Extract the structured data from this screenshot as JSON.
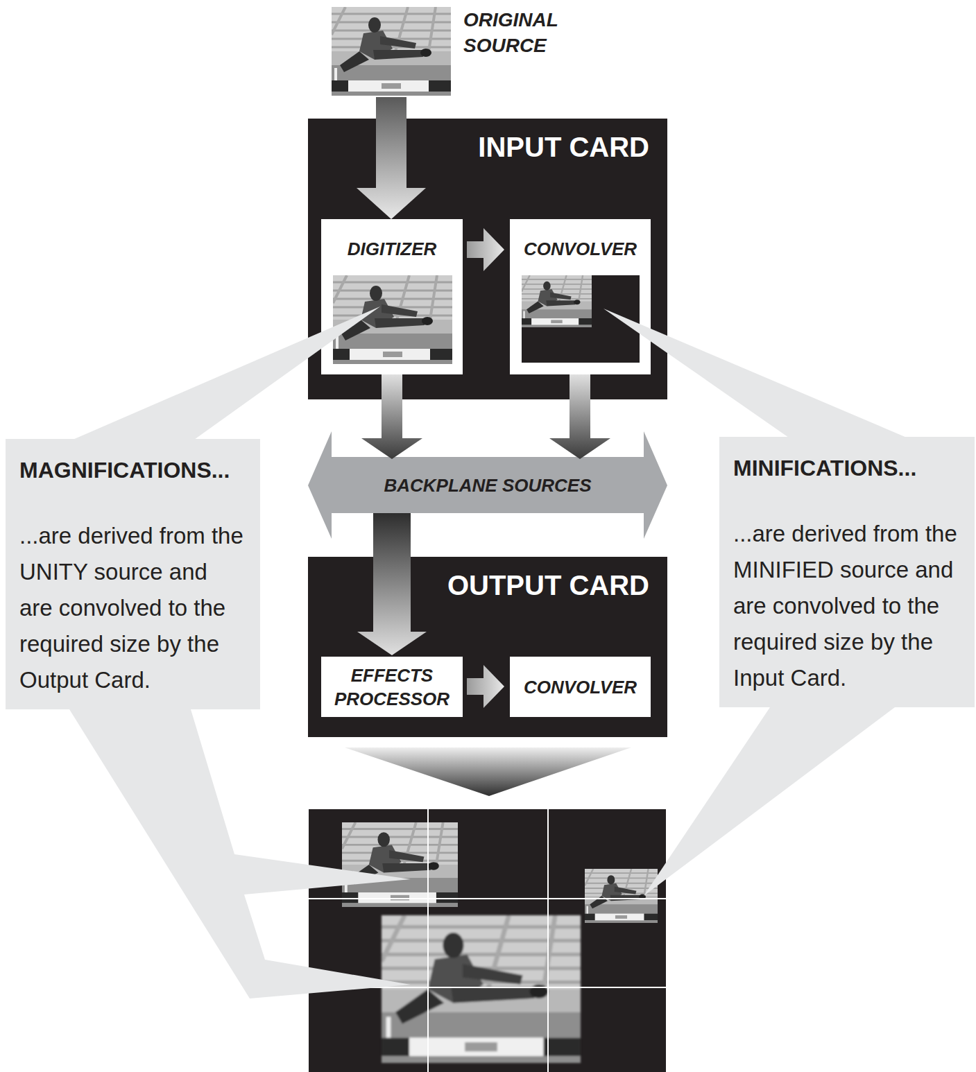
{
  "diagram": {
    "nodes": [
      {
        "text": [
          "ORIGINAL SOURCE"
        ]
      },
      {
        "text": [
          "INPUT CARD"
        ]
      },
      {
        "text": [
          "DIGITIZER"
        ],
        "in": 1
      },
      {
        "text": [
          "CONVOLVER"
        ],
        "in": 1
      },
      {
        "text": [
          "BACKPLANE SOURCES"
        ]
      },
      {
        "text": [
          "OUTPUT CARD"
        ]
      },
      {
        "text": [
          "EFFECTS PROCESSOR"
        ],
        "in": 5
      },
      {
        "text": [
          "CONVOLVER"
        ],
        "in": 5
      },
      {
        "text": [
          "MAGNIFICATIONS...",
          "...are derived from the UNITY source and are convolved to the required size by the Output Card."
        ]
      },
      {
        "text": [
          "MINIFICATIONS...",
          "...are derived from the MINIFIED source and are convolved to the required size by the Input Card."
        ]
      }
    ],
    "edges": [
      {
        "from": 0,
        "to": 2,
        "arrow": "to"
      },
      {
        "from": 2,
        "to": 3,
        "arrow": "to"
      },
      {
        "from": 2,
        "to": 4,
        "arrow": "to"
      },
      {
        "from": 3,
        "to": 4,
        "arrow": "to"
      },
      {
        "from": 4,
        "to": 6,
        "arrow": "to"
      },
      {
        "from": 6,
        "to": 7,
        "arrow": "to"
      },
      {
        "from": 8,
        "to": 2,
        "arrow": "none"
      },
      {
        "from": 9,
        "to": 3,
        "arrow": "none"
      }
    ]
  }
}
